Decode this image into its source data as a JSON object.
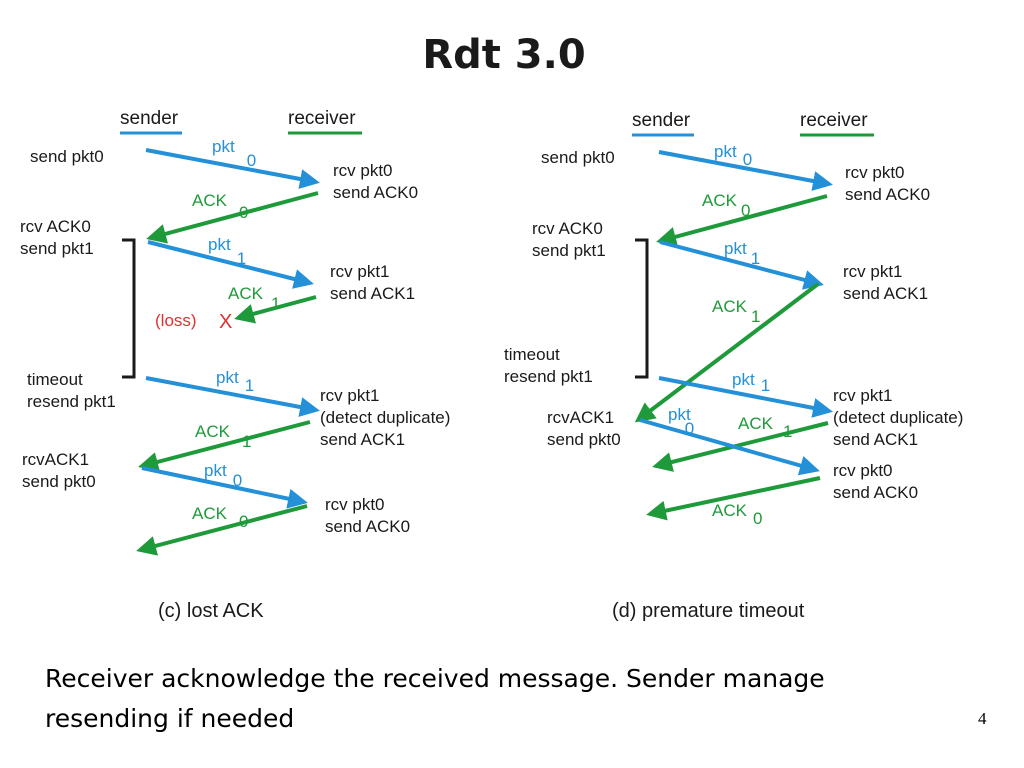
{
  "title": "Rdt 3.0",
  "left": {
    "sender": "sender",
    "receiver": "receiver",
    "send_pkt0": "send pkt0",
    "rcv_pkt0": "rcv pkt0",
    "send_ack0": "send ACK0",
    "rcv_ack0": "rcv ACK0",
    "send_pkt1": "send pkt1",
    "rcv_pkt1": "rcv pkt1",
    "send_ack1": "send ACK1",
    "loss": "(loss)",
    "loss_mark": "X",
    "timeout": "timeout",
    "resend_pkt1": "resend pkt1",
    "rcv_pkt1b": "rcv pkt1",
    "detect_dup": "(detect duplicate)",
    "send_ack1b": "send ACK1",
    "rcvack1": "rcvACK1",
    "send_pkt0b": "send pkt0",
    "rcv_pkt0b": "rcv pkt0",
    "send_ack0b": "send ACK0",
    "caption": "(c) lost ACK"
  },
  "right": {
    "sender": "sender",
    "receiver": "receiver",
    "send_pkt0": "send pkt0",
    "rcv_pkt0": "rcv pkt0",
    "send_ack0": "send ACK0",
    "rcv_ack0": "rcv ACK0",
    "send_pkt1": "send pkt1",
    "rcv_pkt1": "rcv pkt1",
    "send_ack1": "send ACK1",
    "timeout": "timeout",
    "resend_pkt1": "resend pkt1",
    "rcv_pkt1b": "rcv pkt1",
    "detect_dup": "(detect duplicate)",
    "send_ack1b": "send ACK1",
    "rcvack1": "rcvACK1",
    "send_pkt0b": "send pkt0",
    "rcv_pkt0b": "rcv pkt0",
    "send_ack0b": "send ACK0",
    "caption": "(d) premature timeout"
  },
  "msg": {
    "pkt": "pkt",
    "ack": "ACK",
    "seq0": "0",
    "seq1": "1"
  },
  "body_line1": "Receiver acknowledge the received message. Sender manage",
  "body_line2": "resending if needed",
  "page_number": "4",
  "colors": {
    "pkt": "#2390d8",
    "ack": "#1f9a3a",
    "loss": "#e03030"
  }
}
